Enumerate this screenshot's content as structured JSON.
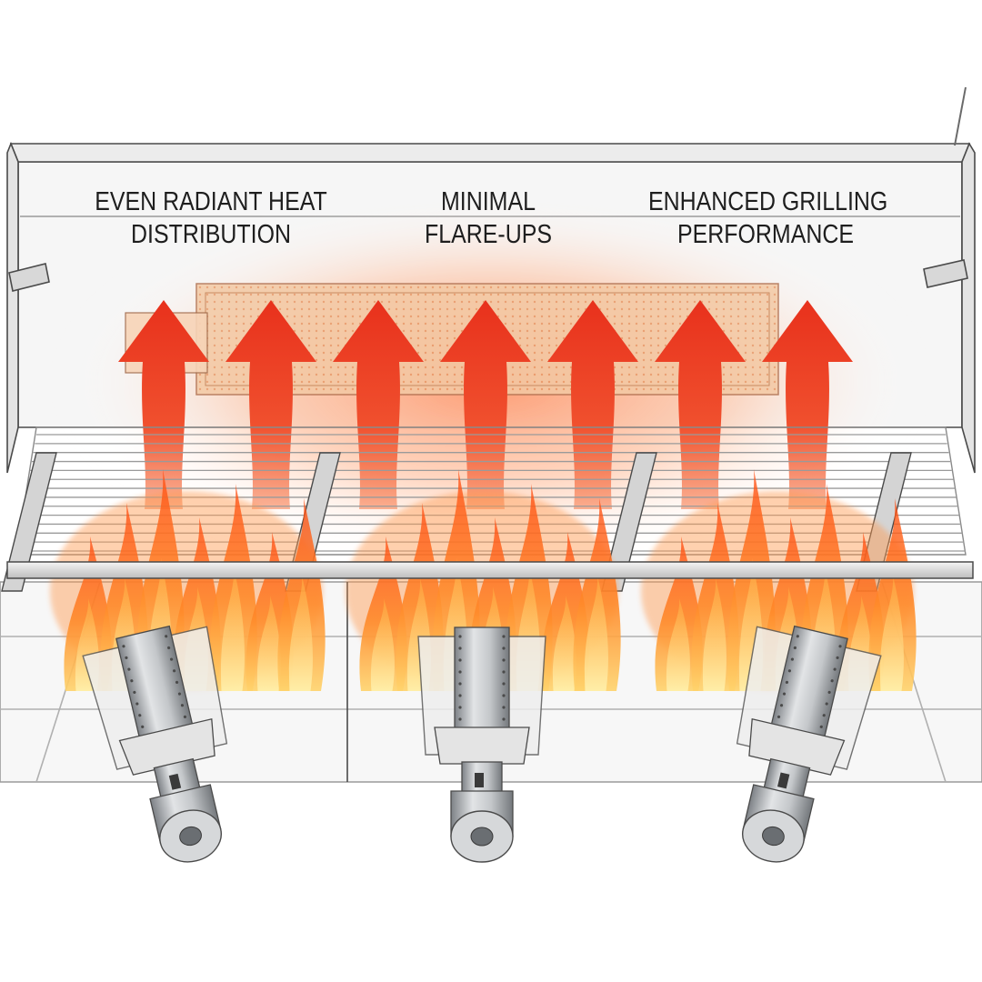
{
  "labels": [
    {
      "line1": "EVEN RADIANT HEAT",
      "line2": "DISTRIBUTION"
    },
    {
      "line1": "MINIMAL",
      "line2": "FLARE-UPS"
    },
    {
      "line1": "ENHANCED GRILLING",
      "line2": "PERFORMANCE"
    }
  ],
  "colors": {
    "arrow_top": "#e8311c",
    "arrow_bottom": "#f77a4a",
    "glow": "#ff9a6a",
    "flame_outer": "#ff6a1a",
    "flame_inner": "#ffc24a",
    "burner_steel": "#b9bcc0",
    "grate_line": "#9a9a9a",
    "outline": "#4a4a4a"
  },
  "components": {
    "heat_arrow_count": 7,
    "burner_count": 3,
    "grate_rod_count": 14
  }
}
